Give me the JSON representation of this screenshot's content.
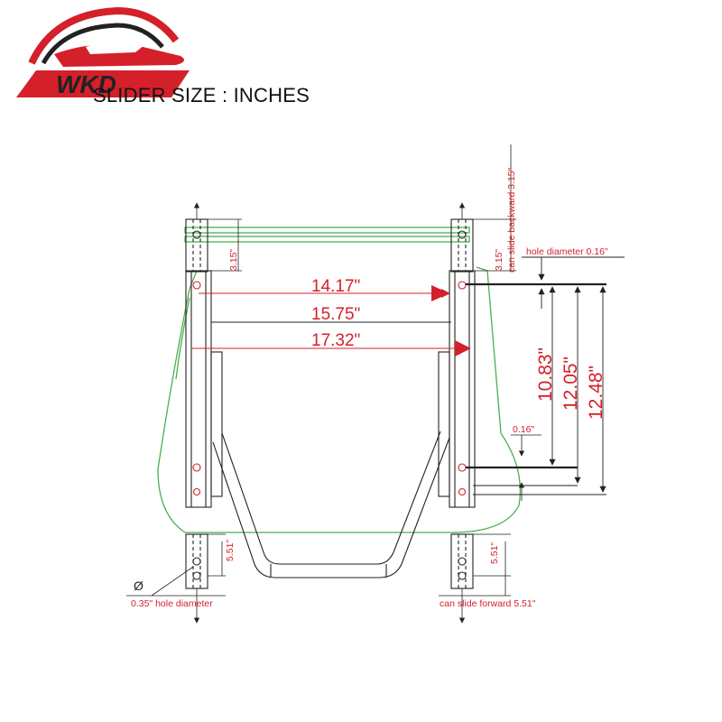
{
  "brand": {
    "logo_text": "WKD",
    "accent": "#d4202a"
  },
  "title": "SLIDER SIZE : INCHES",
  "dimensions": {
    "width_inner": "14.17\"",
    "width_middle": "15.75\"",
    "width_outer": "17.32\"",
    "length_holes": "10.83\"",
    "length_mid": "12.05\"",
    "length_overall": "12.48\"",
    "backward_travel": "3.15\"",
    "backward_travel_right": "3.15\"",
    "forward_travel": "5.51\"",
    "forward_travel_right": "5.51\"",
    "rail_offset": "0.16\""
  },
  "callouts": {
    "slide_backward": "can slide backward 3.15\"",
    "slide_forward": "can slide forward 5.51\"",
    "hole_diameter_small": "hole diameter 0.16\"",
    "hole_diameter_large": "0.35\" hole diameter",
    "phi_symbol": "Ø"
  },
  "colors": {
    "dimension": "#d4202a",
    "outline": "#4caf50",
    "frame": "#222222"
  }
}
